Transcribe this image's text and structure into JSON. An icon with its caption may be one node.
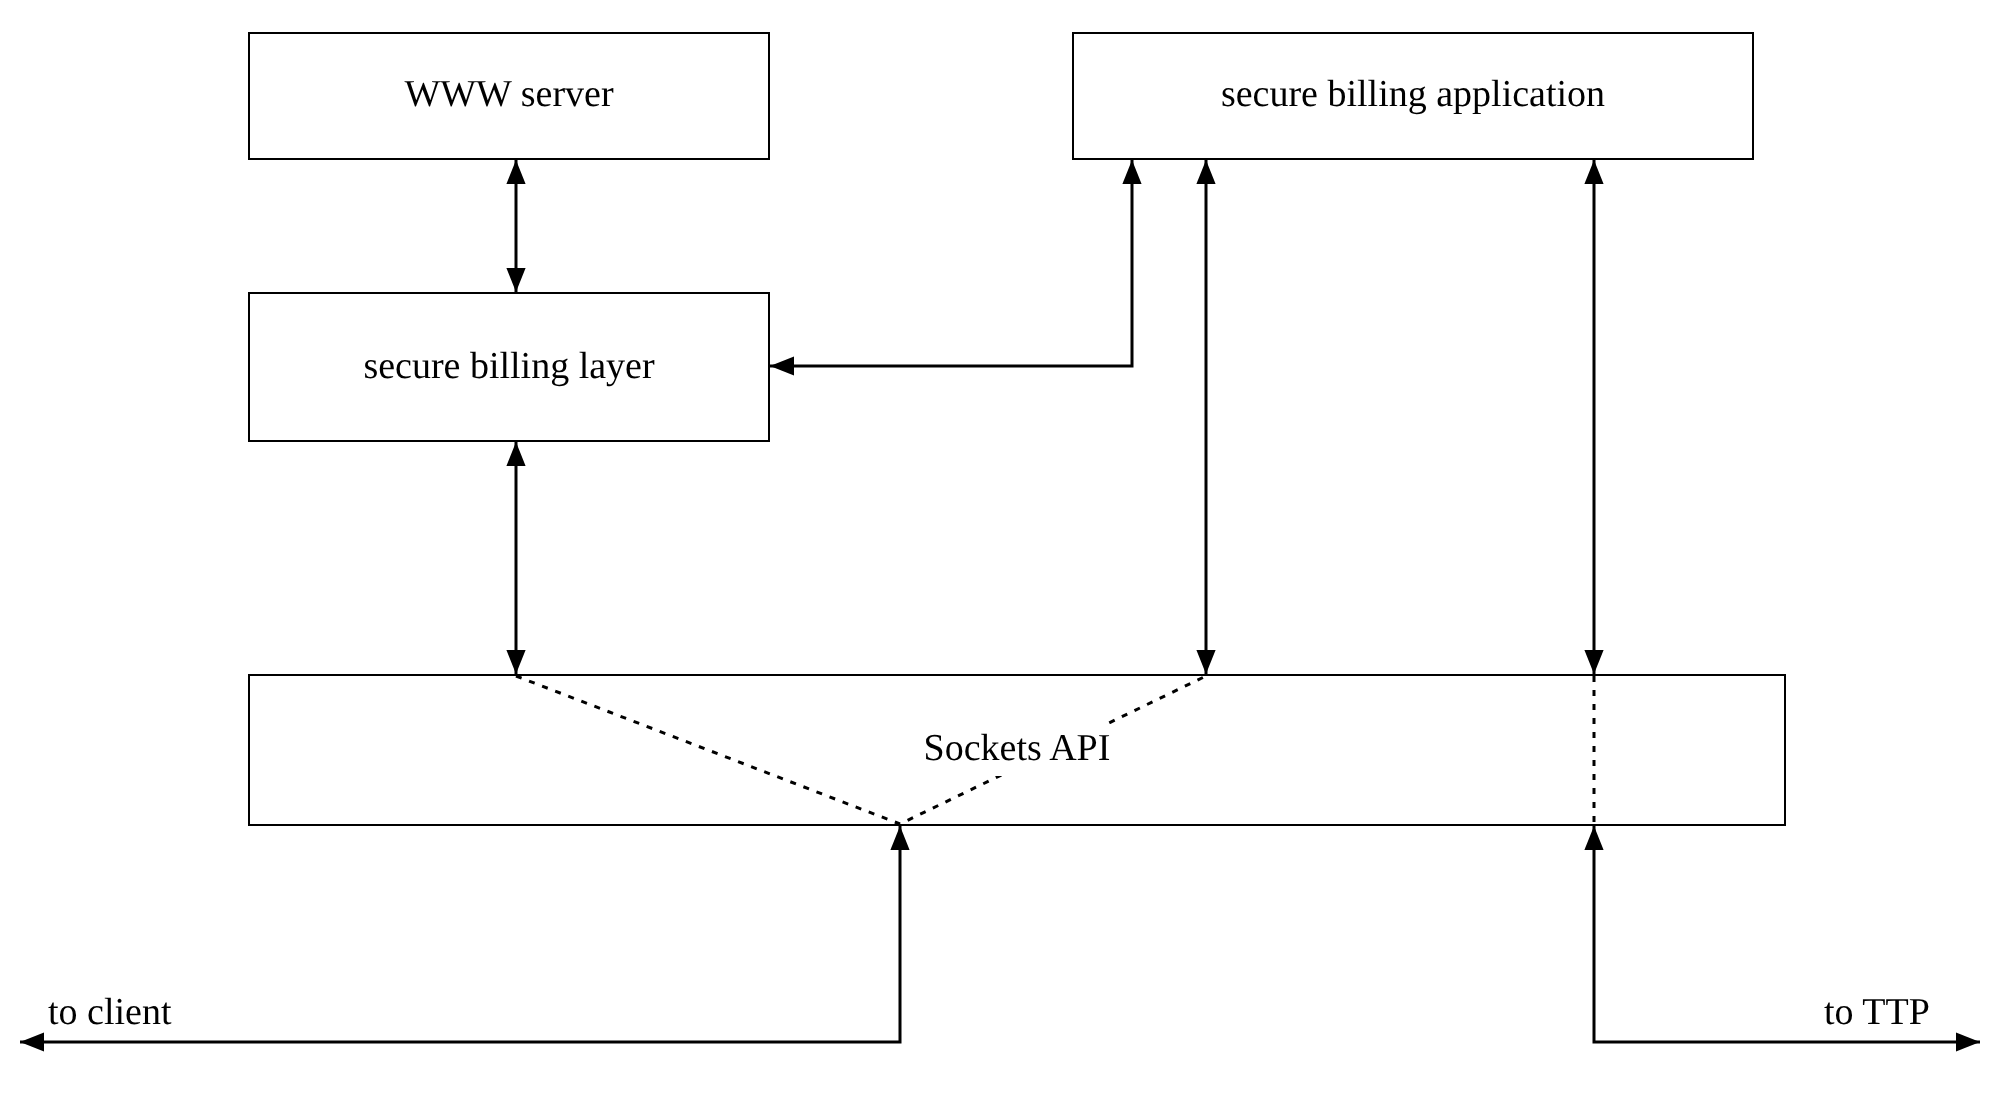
{
  "diagram": {
    "nodes": [
      {
        "text": [
          "WWW server"
        ]
      },
      {
        "text": [
          "secure billing application"
        ]
      },
      {
        "text": [
          "secure billing layer"
        ]
      },
      {
        "text": [
          "Sockets API"
        ]
      }
    ],
    "edges": [
      {
        "from": 0,
        "to": 2,
        "arrow": "both"
      },
      {
        "from": 1,
        "to": 2,
        "arrow": "both"
      },
      {
        "from": 2,
        "to": 3,
        "arrow": "both"
      },
      {
        "from": 1,
        "to": 3,
        "arrow": "both"
      },
      {
        "from": 1,
        "to": 3,
        "arrow": "both"
      },
      {
        "from": 3,
        "to": null,
        "arrow": "both",
        "label": "to client"
      },
      {
        "from": 3,
        "to": null,
        "arrow": "both",
        "label": "to TTP"
      }
    ]
  }
}
